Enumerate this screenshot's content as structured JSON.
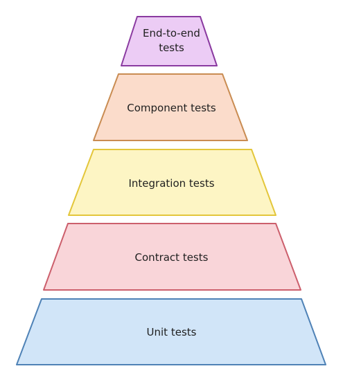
{
  "tiers": [
    {
      "id": "e2e",
      "lines": [
        "End-to-end",
        "tests"
      ],
      "fill": "#ecccf5",
      "stroke": "#8a3aa0"
    },
    {
      "id": "component",
      "lines": [
        "Component tests"
      ],
      "fill": "#fbdccb",
      "stroke": "#c98c52"
    },
    {
      "id": "integration",
      "lines": [
        "Integration tests"
      ],
      "fill": "#fdf5c4",
      "stroke": "#e3c63a"
    },
    {
      "id": "contract",
      "lines": [
        "Contract tests"
      ],
      "fill": "#f9d5d9",
      "stroke": "#cc5f6c"
    },
    {
      "id": "unit",
      "lines": [
        "Unit tests"
      ],
      "fill": "#d1e5f8",
      "stroke": "#4f82b6"
    }
  ]
}
